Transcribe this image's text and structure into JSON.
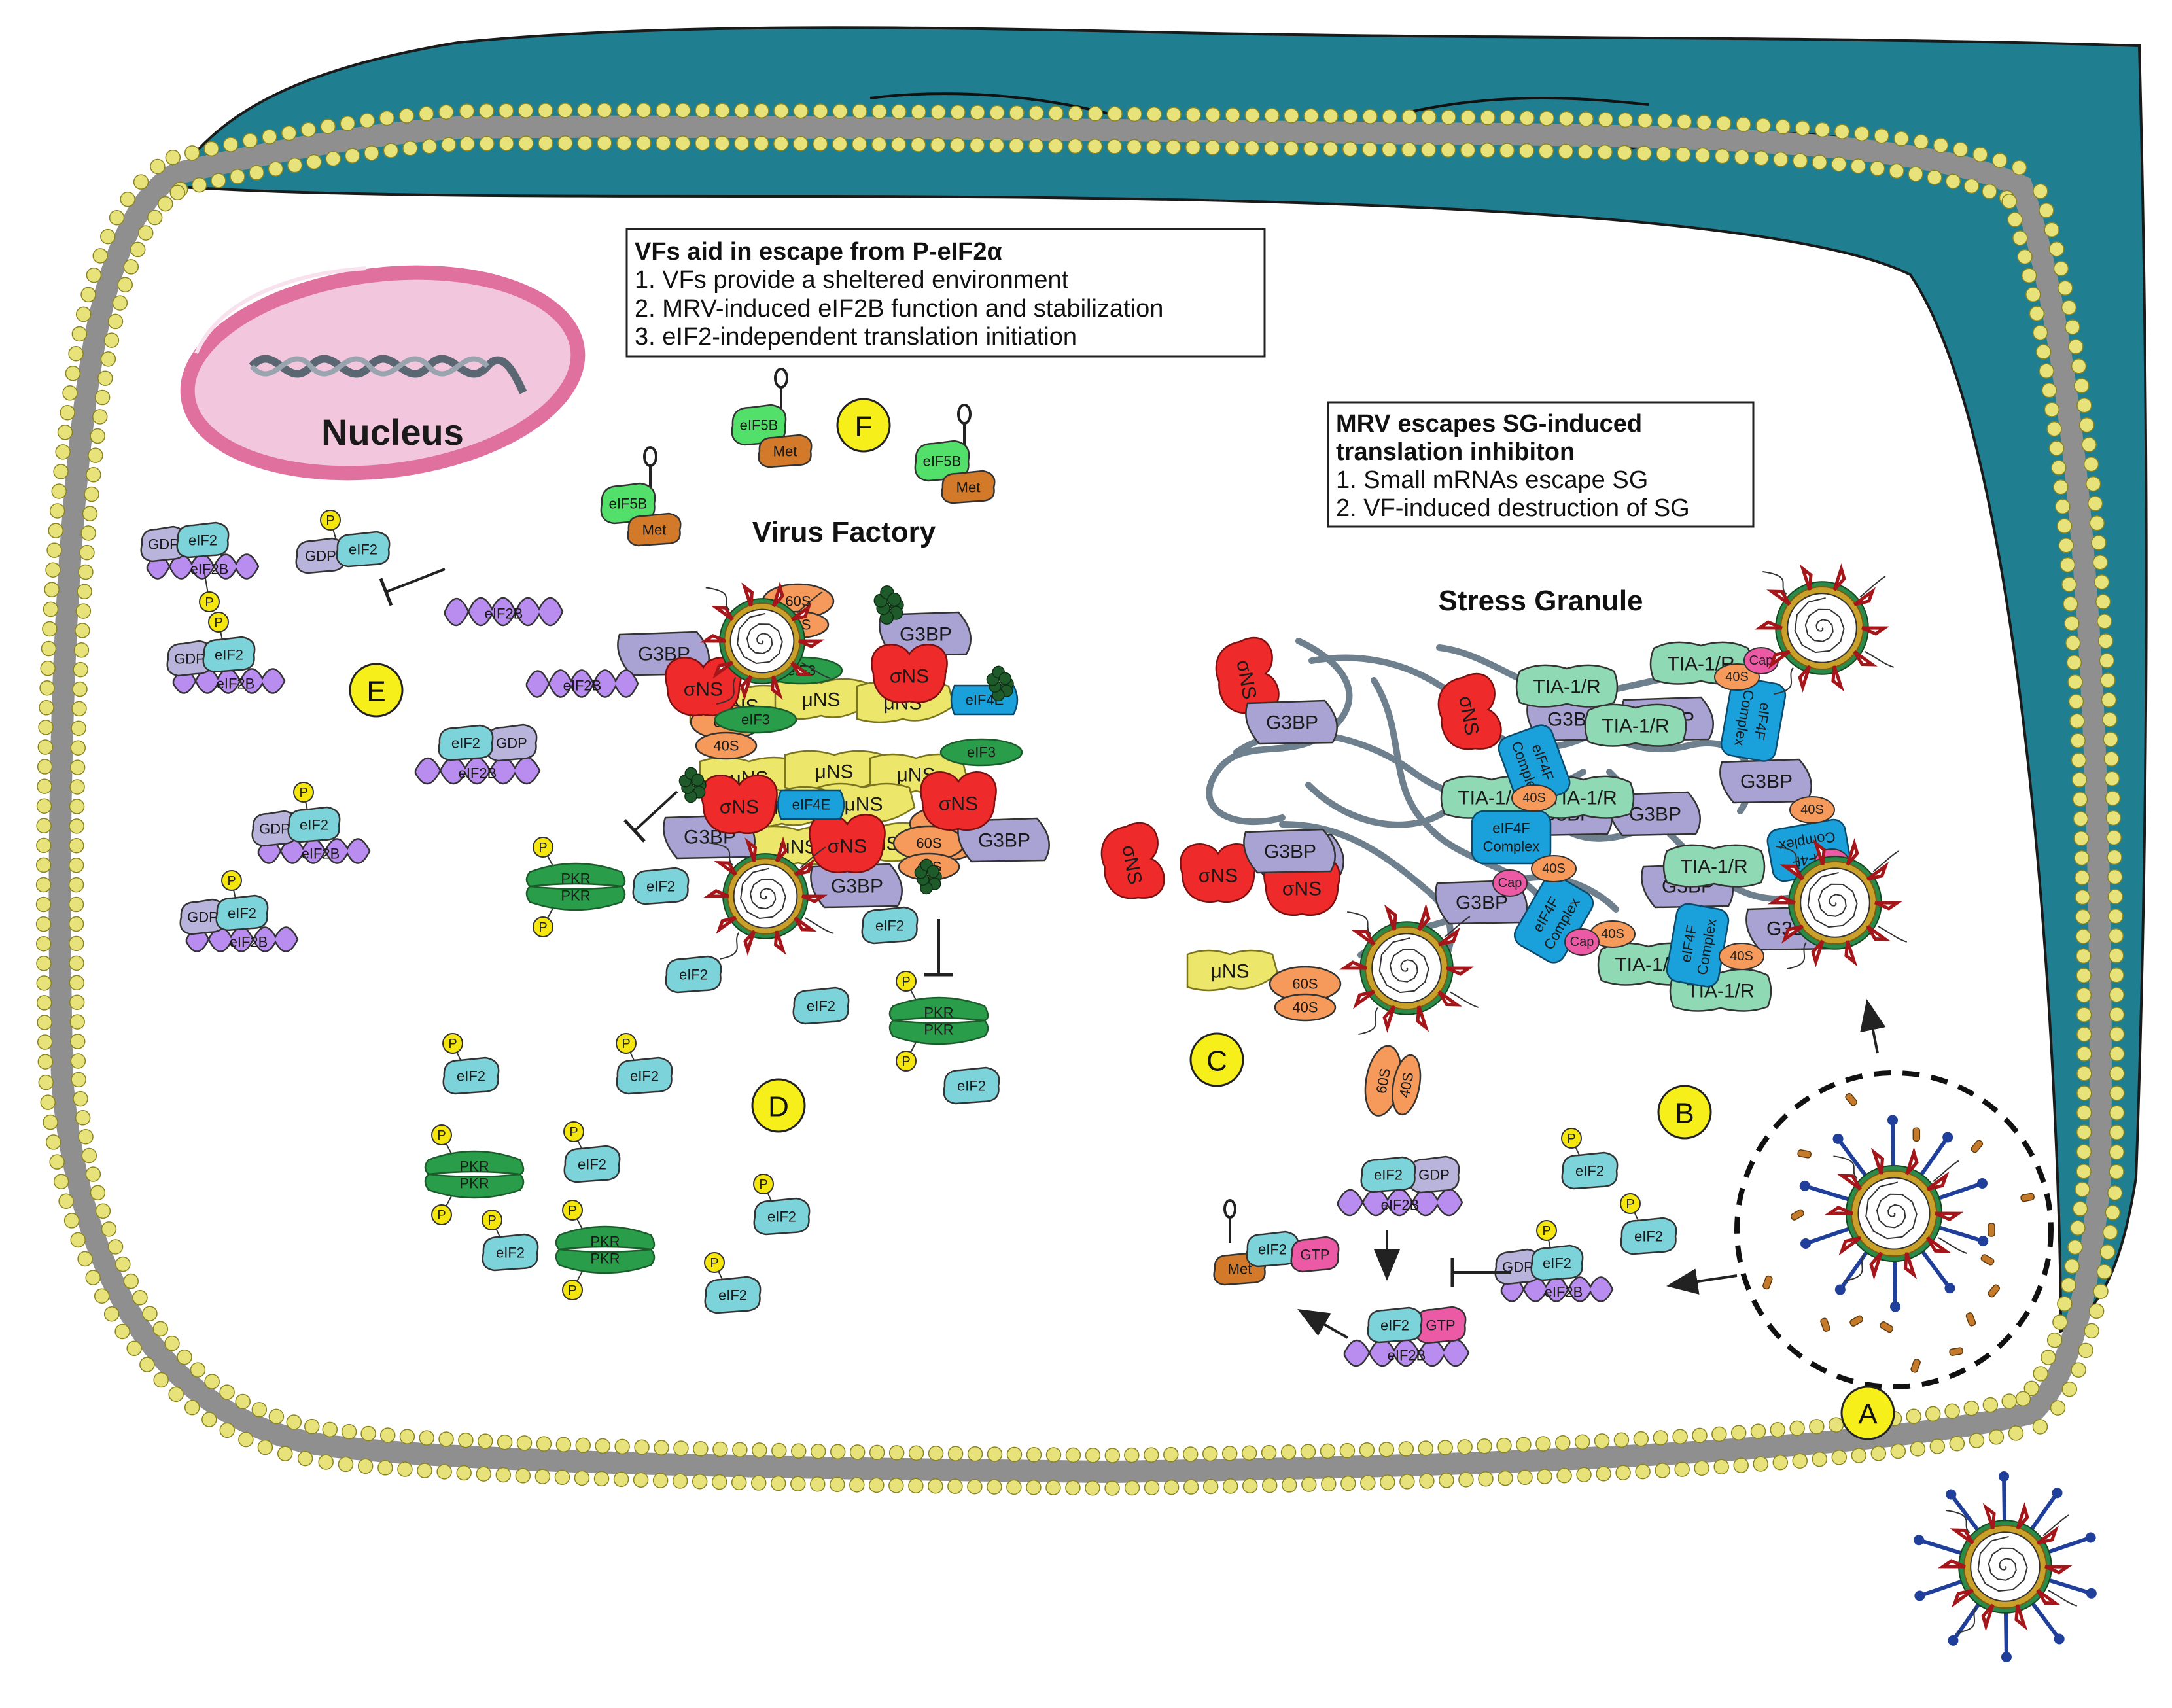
{
  "labels": {
    "nucleus": "Nucleus",
    "virus_factory": "Virus Factory",
    "stress_granule": "Stress Granule"
  },
  "letters": [
    "A",
    "B",
    "C",
    "D",
    "E",
    "F"
  ],
  "box_vf": {
    "title": "VFs aid in escape from P-eIF2α",
    "items": [
      "1. VFs provide a sheltered environment",
      "2. MRV-induced eIF2B function and stabilization",
      "3. eIF2-independent translation initiation"
    ]
  },
  "box_sg": {
    "title_line1": "MRV escapes SG-induced",
    "title_line2": "translation inhibiton",
    "items": [
      "1. Small mRNAs escape SG",
      "2. VF-induced destruction of SG"
    ]
  },
  "molecules": {
    "eIF2": "eIF2",
    "eIF2B": "eIF2B",
    "GDP": "GDP",
    "GTP": "GTP",
    "P": "P",
    "PKR": "PKR",
    "Met": "Met",
    "eIF5B": "eIF5B",
    "G3BP": "G3BP",
    "sigmaNS": "σNS",
    "muNS": "μNS",
    "s60": "60S",
    "s40": "40S",
    "eIF3": "eIF3",
    "eIF4E": "eIF4E",
    "TIA": "TIA-1/R",
    "eIF4F": "eIF4F",
    "complex": "Complex",
    "cap": "Cap"
  },
  "colors": {
    "membrane_outer": "#8f8f8f",
    "membrane_bead": "#e7e27a",
    "er": "#1f7f91",
    "nucleus_fill": "#f2c7de",
    "nucleus_edge": "#e0719f",
    "eIF2": "#7dd3da",
    "eIF2B": "#b98cf0",
    "gdp": "#b8b4dc",
    "gtp": "#ec5aa6",
    "phospho": "#f5e60f",
    "pkr": "#2a9d4a",
    "met": "#d27a2a",
    "eIF5B": "#52e06a",
    "g3bp": "#a9a3d4",
    "sigmaNS": "#ee2a2a",
    "muNS": "#ece66a",
    "ribo": "#f59a5a",
    "eIF4F": "#1aa0da",
    "tia": "#8fd9b4",
    "rna": "#6e7f8d"
  }
}
